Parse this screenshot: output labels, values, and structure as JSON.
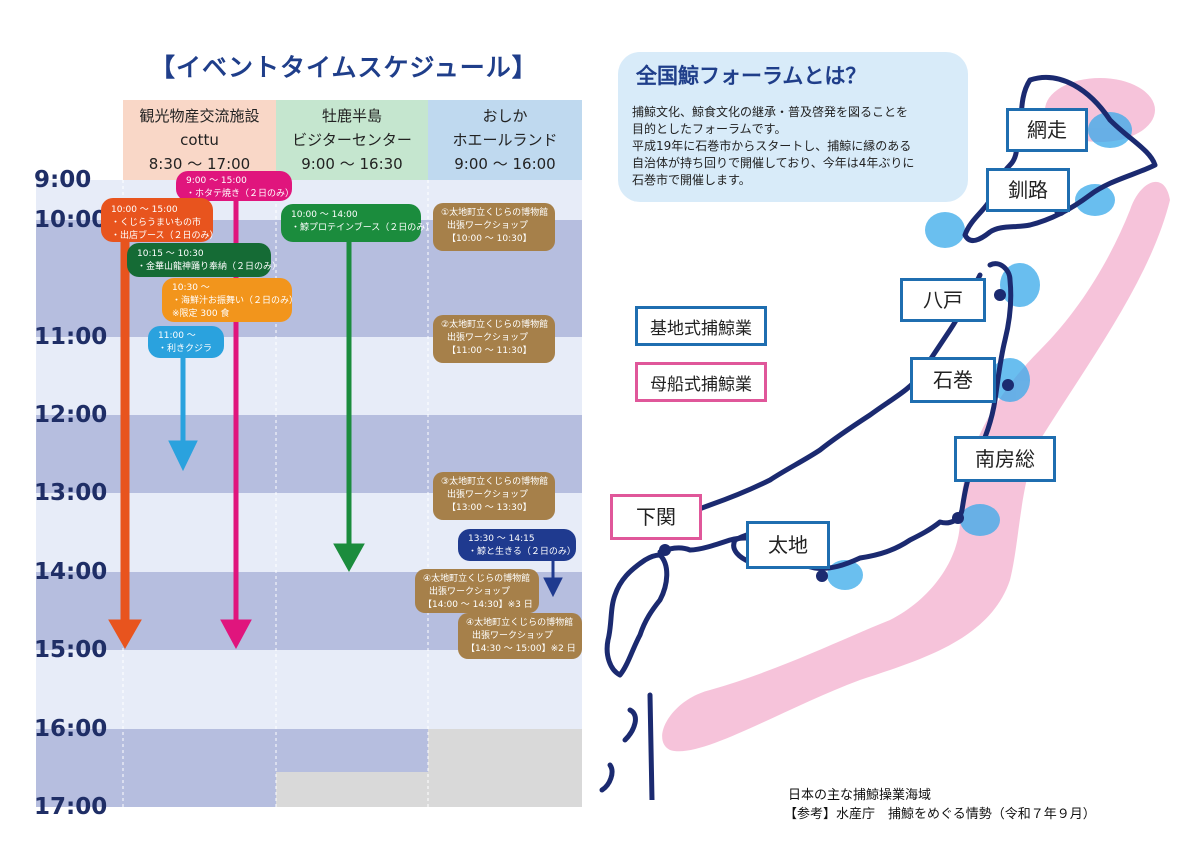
{
  "schedule": {
    "title": "【イベントタイムスケジュール】",
    "venues": [
      {
        "line1": "観光物産交流施設",
        "line2": "cottu",
        "hours": "8:30 〜 17:00",
        "color": "#f9d7c7"
      },
      {
        "line1": "牡鹿半島",
        "line2": "ビジターセンター",
        "hours": "9:00 〜 16:30",
        "color": "#c5e6cf"
      },
      {
        "line1": "おしか",
        "line2": "ホエールランド",
        "hours": "9:00 〜 16:00",
        "color": "#bfd9ef"
      }
    ],
    "times": [
      "9:00",
      "10:00",
      "11:00",
      "12:00",
      "13:00",
      "14:00",
      "15:00",
      "16:00",
      "17:00"
    ],
    "events": {
      "kujira_market": {
        "time": "10:00 〜 15:00",
        "line1": "・くじらうまいもの市",
        "line2": "・出店ブース（２日のみ）",
        "color": "#e8541e"
      },
      "hotate": {
        "time": "9:00 〜 15:00",
        "line1": "・ホタテ焼き（２日のみ）",
        "color": "#e0157d"
      },
      "kinkasan": {
        "time": "10:15 〜 10:30",
        "line1": "・金華山龍神踊り奉納（２日のみ）",
        "color": "#156b35"
      },
      "kaisenjiru": {
        "time": "10:30 〜",
        "line1": "・海鮮汁お振舞い（２日のみ）",
        "line2": "※限定 300 食",
        "color": "#f2951c"
      },
      "kikikujira": {
        "time": "11:00 〜",
        "line1": "・利きクジラ",
        "color": "#2aa2de"
      },
      "protein": {
        "time": "10:00 〜 14:00",
        "line1": "・鯨プロテインブース（２日のみ）",
        "color": "#1b8c3d"
      },
      "kujira_ikiru": {
        "time": "13:30 〜 14:15",
        "line1": "・鯨と生きる（２日のみ）",
        "color": "#1f3a8f"
      },
      "ws1": {
        "line1": "①太地町立くじらの博物館",
        "line2": "出張ワークショップ",
        "line3": "【10:00 〜 10:30】"
      },
      "ws2": {
        "line1": "②太地町立くじらの博物館",
        "line2": "出張ワークショップ",
        "line3": "【11:00 〜 11:30】"
      },
      "ws3": {
        "line1": "③太地町立くじらの博物館",
        "line2": "出張ワークショップ",
        "line3": "【13:00 〜 13:30】"
      },
      "ws4a": {
        "line1": "④太地町立くじらの博物館",
        "line2": "出張ワークショップ",
        "line3": "【14:00 〜 14:30】※3 日"
      },
      "ws4b": {
        "line1": "④太地町立くじらの博物館",
        "line2": "出張ワークショップ",
        "line3": "【14:30 〜 15:00】※2 日"
      }
    }
  },
  "forum": {
    "title": "全国鯨フォーラムとは？",
    "body": [
      "捕鯨文化、鯨食文化の継承・普及啓発を図ることを",
      "目的としたフォーラムです。",
      "平成19年に石巻市からスタートし、捕鯨に縁のある",
      "自治体が持ち回りで開催しており、今年は4年ぶりに",
      "石巻市で開催します。"
    ]
  },
  "legend": {
    "base": "基地式捕鯨業",
    "base_color": "#1f6eb0",
    "mothership": "母船式捕鯨業",
    "mothership_color": "#e0579a"
  },
  "ports": {
    "abashiri": "網走",
    "kushiro": "釧路",
    "hachinohe": "八戸",
    "ishinomaki": "石巻",
    "minamiboso": "南房総",
    "shimonoseki": "下関",
    "taiji": "太地"
  },
  "caption": {
    "line1": "日本の主な捕鯨操業海域",
    "line2": "【参考】水産庁　捕鯨をめぐる情勢（令和７年９月）"
  }
}
